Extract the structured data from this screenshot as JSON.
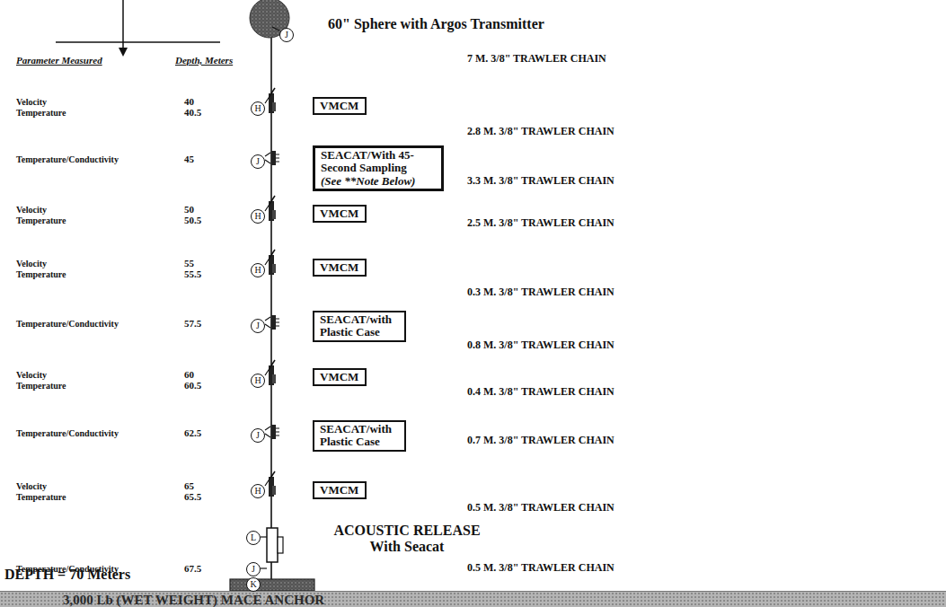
{
  "diagram": {
    "nodes": [
      {
        "text": [
          "VMCM"
        ]
      },
      {
        "text": [
          "SEACAT/With 45-Second Sampling",
          "(See **Note Below)"
        ]
      },
      {
        "text": [
          "VMCM"
        ]
      },
      {
        "text": [
          "VMCM"
        ]
      },
      {
        "text": [
          "SEACAT/with Plastic Case"
        ]
      },
      {
        "text": [
          "VMCM"
        ]
      },
      {
        "text": [
          "SEACAT/with Plastic Case"
        ]
      },
      {
        "text": [
          "VMCM"
        ]
      },
      {
        "text": [
          "3,000 Lb (WET WEIGHT) MACE ANCHOR"
        ]
      }
    ],
    "labels": [
      "Parameter Measured",
      "Depth, Meters",
      "J",
      "7 M. 3/8\" TRAWLER CHAIN",
      "Velocity",
      "Temperature",
      "40",
      "40.5",
      "H",
      "2.8 M. 3/8\" TRAWLER CHAIN",
      "Temperature/Conductivity",
      "45",
      "J",
      "3.3 M. 3/8\" TRAWLER CHAIN",
      "Velocity",
      "Temperature",
      "50",
      "50.5",
      "H",
      "2.5 M. 3/8\" TRAWLER CHAIN",
      "Velocity",
      "Temperature",
      "55",
      "55.5",
      "H",
      "0.3 M. 3/8\" TRAWLER CHAIN",
      "Temperature/Conductivity",
      "57.5",
      "J",
      "0.8 M. 3/8\" TRAWLER CHAIN",
      "Velocity",
      "Temperature",
      "60",
      "60.5",
      "H",
      "0.4 M. 3/8\" TRAWLER CHAIN",
      "Temperature/Conductivity",
      "62.5",
      "J",
      "0.7 M. 3/8\" TRAWLER CHAIN",
      "Velocity",
      "Temperature",
      "65",
      "65.5",
      "H",
      "0.5 M. 3/8\" TRAWLER CHAIN",
      "L",
      "Temperature/Conductivity",
      "67.5",
      "ACOUSTIC RELEASE With Seacat",
      "J",
      "0.5 M. 3/8\" TRAWLER CHAIN",
      "K",
      "DEPTH = 70 Meters",
      "60\" Sphere with Argos Transmitter"
    ]
  }
}
